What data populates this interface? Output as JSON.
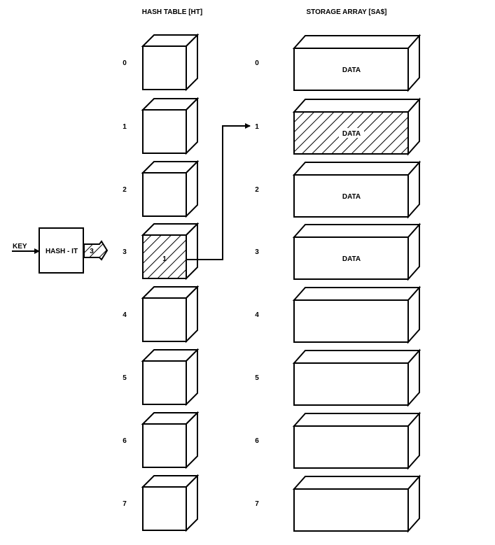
{
  "titles": {
    "hash_table": "HASH TABLE [HT]",
    "storage_array": "STORAGE ARRAY [SA$]"
  },
  "input": {
    "key_label": "KEY",
    "hash_box_label": "HASH - IT",
    "hash_output": "3"
  },
  "hash_table": {
    "indices": [
      "0",
      "1",
      "2",
      "3",
      "4",
      "5",
      "6",
      "7"
    ],
    "highlighted_index": 3,
    "highlighted_value": "1"
  },
  "storage_array": {
    "indices": [
      "0",
      "1",
      "2",
      "3",
      "4",
      "5",
      "6",
      "7"
    ],
    "cells": [
      "DATA",
      "DATA",
      "DATA",
      "DATA",
      "",
      "",
      "",
      ""
    ],
    "highlighted_index": 1
  },
  "colors": {
    "stroke": "#000000",
    "background": "#ffffff"
  }
}
